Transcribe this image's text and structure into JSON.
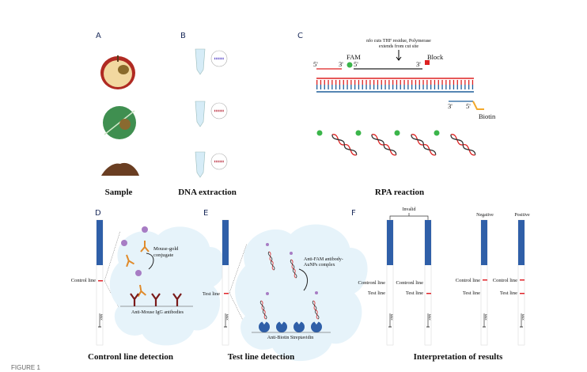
{
  "panels": {
    "A": {
      "letter": "A",
      "caption": "Sample"
    },
    "B": {
      "letter": "B",
      "caption": "DNA extraction"
    },
    "C": {
      "letter": "C",
      "caption": "RPA reaction",
      "annotation_line1": "nfo cuts THF residue, Polymerase",
      "annotation_line2": "extends from cut site",
      "fam": "FAM",
      "block": "Block",
      "biotin": "Biotin",
      "five_prime": "5'",
      "three_prime": "3'"
    },
    "D": {
      "letter": "D",
      "caption": "Contronl line detection",
      "control_line": "Control line",
      "conjugate_line1": "Mouse-gold",
      "conjugate_line2": "conjugate",
      "antibodies": "Anti-Mouse IgG antibodies",
      "max": "MAX"
    },
    "E": {
      "letter": "E",
      "caption": "Test line detection",
      "test_line": "Test line",
      "complex_line1": "Anti-FAM antibody-",
      "complex_line2": "AuNPs complex",
      "streptavidin": "Anti-Biotin Streptavidin",
      "max": "MAX"
    },
    "F": {
      "letter": "F",
      "caption": "Interpretation of results",
      "invalid": "Invalid",
      "negative": "Negative",
      "positive": "Positive",
      "control_line": "Contronl line",
      "control_line_alt": "Control line",
      "test_line": "Test line",
      "max": "MAX"
    }
  },
  "figure_label": "FIGURE 1",
  "colors": {
    "strip_blue": "#2f5fa8",
    "line_red": "#e0242a",
    "cloud": "#e6f3fa",
    "antibody_orange": "#e08a2a",
    "antibody_dark": "#7a1a1a",
    "gold_purple": "#a77cc4"
  }
}
